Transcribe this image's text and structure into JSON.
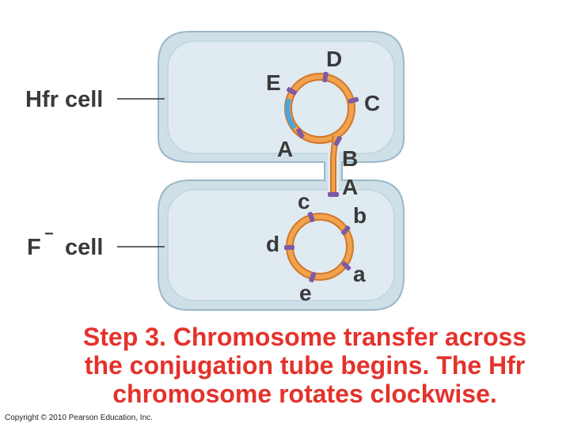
{
  "cells": {
    "hfr_label": "Hfr cell",
    "fminus_label": "F",
    "fminus_sup": "−",
    "fminus_suffix": "cell"
  },
  "hfr_genes": {
    "D": "D",
    "E": "E",
    "C": "C",
    "A": "A",
    "B": "B",
    "A_tube": "A"
  },
  "recipient_genes": {
    "c": "c",
    "b": "b",
    "d": "d",
    "a": "a",
    "e": "e"
  },
  "caption": {
    "line1": "Step 3. Chromosome transfer across",
    "line2": "the conjugation tube begins. The Hfr",
    "line3": "chromosome rotates clockwise."
  },
  "copyright": "Copyright © 2010 Pearson Education, Inc.",
  "colors": {
    "cell_fill": "#dce8ef",
    "cell_outline": "#9db8c8",
    "dna_orange": "#f1a24c",
    "dna_dark": "#d1772a",
    "marker_purple": "#7d5aa6",
    "transfer_blue": "#49a6dd",
    "caption_red": "#e4322b"
  }
}
